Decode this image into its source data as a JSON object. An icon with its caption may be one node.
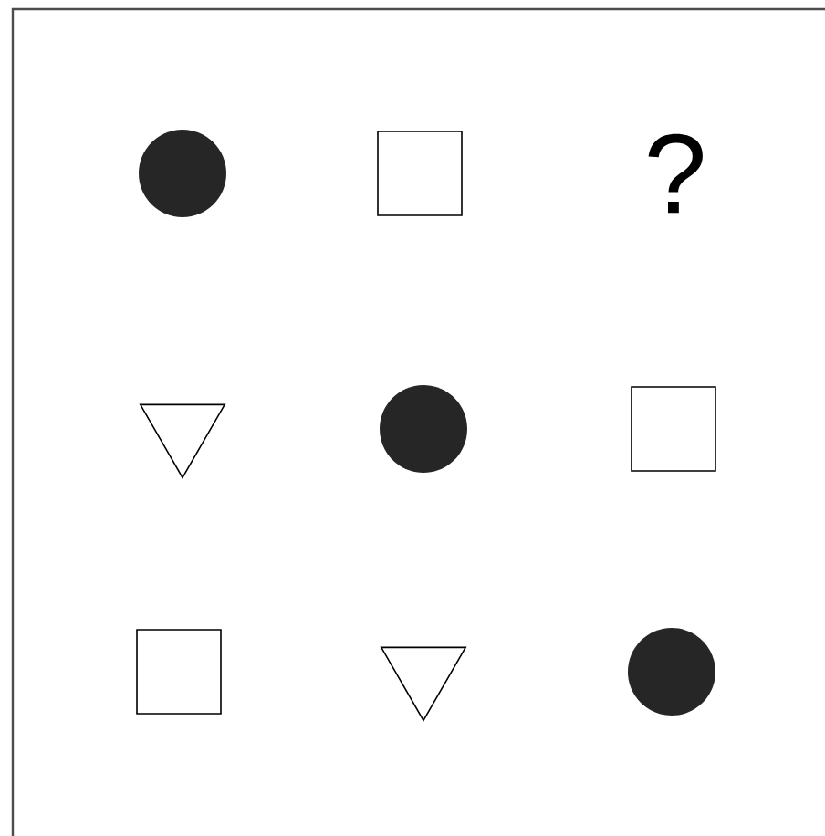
{
  "diagram": {
    "nodes": [
      {
        "text": [],
        "shape": "circle"
      },
      {
        "text": [],
        "shape": "box"
      },
      {
        "text": [],
        "shape": "triangle"
      },
      {
        "text": [],
        "shape": "circle"
      },
      {
        "text": [],
        "shape": "box"
      },
      {
        "text": [],
        "shape": "box"
      },
      {
        "text": [],
        "shape": "triangle"
      },
      {
        "text": [],
        "shape": "circle"
      }
    ],
    "labels": [
      "?"
    ]
  }
}
